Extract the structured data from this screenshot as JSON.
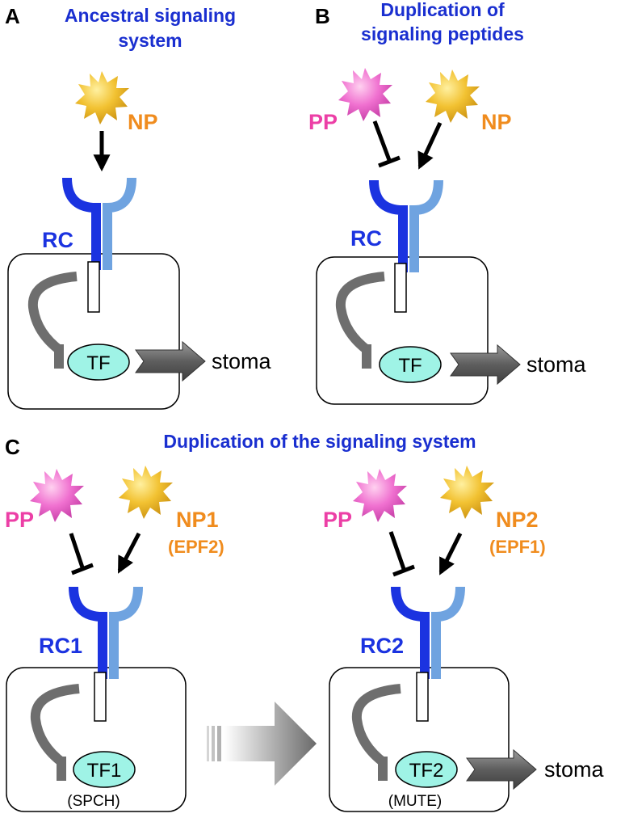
{
  "panels": {
    "a": {
      "letter": "A",
      "title_line1": "Ancestral signaling",
      "title_line2": "system",
      "np_label": "NP",
      "rc_label": "RC",
      "tf_label": "TF",
      "output_label": "stoma"
    },
    "b": {
      "letter": "B",
      "title_line1": "Duplication of",
      "title_line2": "signaling peptides",
      "pp_label": "PP",
      "np_label": "NP",
      "rc_label": "RC",
      "tf_label": "TF",
      "output_label": "stoma"
    },
    "c": {
      "letter": "C",
      "title": "Duplication of the signaling system",
      "left": {
        "pp_label": "PP",
        "np_label": "NP1",
        "np_sub": "(EPF2)",
        "rc_label": "RC1",
        "tf_label": "TF1",
        "tf_sub": "(SPCH)"
      },
      "right": {
        "pp_label": "PP",
        "np_label": "NP2",
        "np_sub": "(EPF1)",
        "rc_label": "RC2",
        "tf_label": "TF2",
        "tf_sub": "(MUTE)",
        "output_label": "stoma"
      }
    }
  },
  "colors": {
    "title_blue": "#1a2fd0",
    "np_orange": "#f08c1e",
    "pp_pink": "#ec3fa6",
    "receptor_dark_blue": "#1b33e0",
    "receptor_light_blue": "#6fa3e0",
    "tf_fill": "#9ff3e6",
    "arrow_gray": "#6e6e6e"
  }
}
